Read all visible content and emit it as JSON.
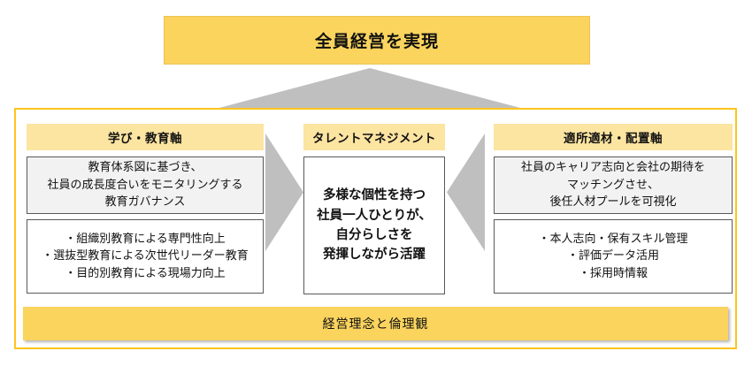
{
  "title": "全員経営を実現",
  "colors": {
    "gold": "#FBD45E",
    "light_yellow": "#FCE4A1",
    "panel_border_gold": "#FFC41D",
    "arrow_gray": "#BFBFBF",
    "box_border_gray": "#595959",
    "box_fill_gray": "#F2F2F2"
  },
  "columns": {
    "learning": {
      "header": "学び・教育軸",
      "governance_lines": [
        "教育体系図に基づき、",
        "社員の成長度合いをモニタリングする",
        "教育ガバナンス"
      ],
      "bullet_lines": [
        "・組織別教育による専門性向上",
        "・選抜型教育による次世代リーダー教育",
        "・目的別教育による現場力向上"
      ]
    },
    "talent": {
      "header": "タレントマネジメント",
      "vision_lines": [
        "多様な個性を持つ",
        "社員一人ひとりが、",
        "自分らしさを",
        "発揮しながら活躍"
      ]
    },
    "placement": {
      "header": "適所適材・配置軸",
      "matching_lines": [
        "社員のキャリア志向と会社の期待を",
        "マッチングさせ、",
        "後任人材プールを可視化"
      ],
      "bullet_lines": [
        "・本人志向・保有スキル管理",
        "・評価データ活用",
        "・採用時情報"
      ]
    }
  },
  "footer": "経営理念と倫理観"
}
